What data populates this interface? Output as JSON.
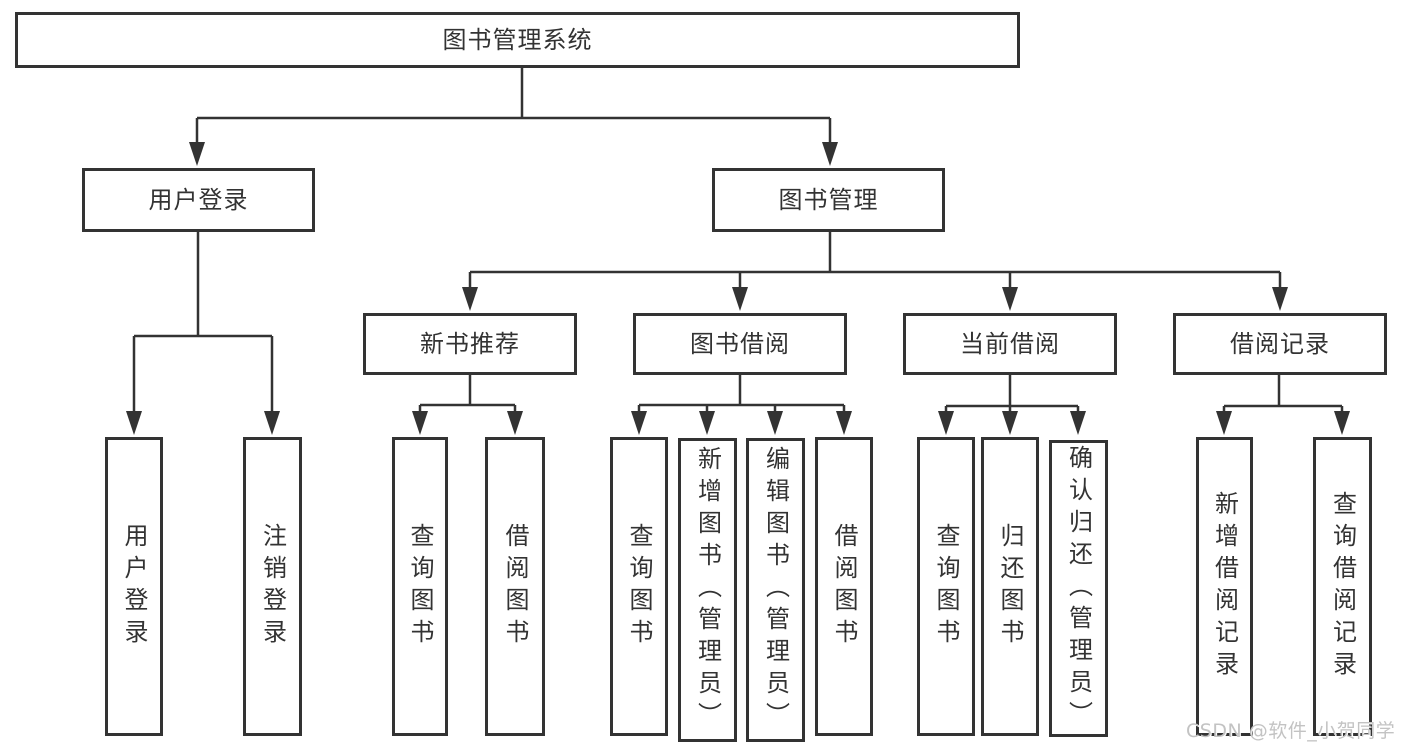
{
  "tree": {
    "label": "图书管理系统",
    "children": [
      {
        "label": "用户登录",
        "children": [
          {
            "label": "用户登录"
          },
          {
            "label": "注销登录"
          }
        ]
      },
      {
        "label": "图书管理",
        "children": [
          {
            "label": "新书推荐",
            "children": [
              {
                "label": "查询图书"
              },
              {
                "label": "借阅图书"
              }
            ]
          },
          {
            "label": "图书借阅",
            "children": [
              {
                "label": "查询图书"
              },
              {
                "label": "新增图书（管理员）"
              },
              {
                "label": "编辑图书（管理员）"
              },
              {
                "label": "借阅图书"
              }
            ]
          },
          {
            "label": "当前借阅",
            "children": [
              {
                "label": "查询图书"
              },
              {
                "label": "归还图书"
              },
              {
                "label": "确认归还（管理员）"
              }
            ]
          },
          {
            "label": "借阅记录",
            "children": [
              {
                "label": "新增借阅记录"
              },
              {
                "label": "查询借阅记录"
              }
            ]
          }
        ]
      }
    ]
  },
  "watermark": {
    "text": "CSDN @软件_小贺同学"
  },
  "colors": {
    "line": "#333333",
    "text": "#333333",
    "box_background": "#ffffff",
    "watermark": "#c3c3c3"
  }
}
